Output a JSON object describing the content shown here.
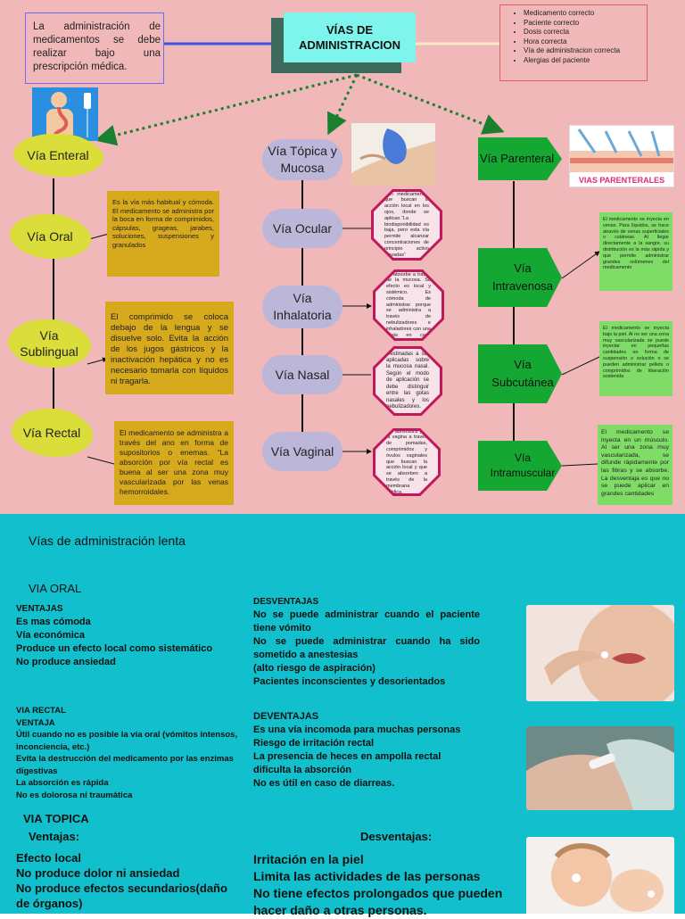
{
  "header": {
    "intro": "La administración de medicamentos se debe realizar bajo una prescripción médica.",
    "title": "VÍAS DE ADMINISTRACION",
    "checklist": [
      "Medicamento correcto",
      "Paciente correcto",
      "Dosis correcta",
      "Hora correcta",
      "Vía de administracion correcta",
      "Alergias del paciente"
    ]
  },
  "enteral": {
    "label": "Vía Enteral",
    "oral": {
      "label": "Vía Oral",
      "desc": "Es la vía más habitual y cómoda. El medicamento se administra por la boca en forma de comprimidos, cápsulas, grageas, jarabes, soluciones, suspensiones y granulados"
    },
    "sublingual": {
      "label": "Vía Sublingual",
      "desc": "El comprimido se coloca debajo de la lengua y se disuelve solo. Evita la acción de los jugos gástricos y la inactivación hepática y no es necesario tomarla con líquidos ni tragarla."
    },
    "rectal": {
      "label": "Vía Rectal",
      "desc": "El medicamento se administra a través del ano en forma de supositorios o enemas. “La absorción por vía rectal es buena al ser una zona muy vascularizada por las venas hemorroidales."
    }
  },
  "topica": {
    "label": "Vía Tópica y Mucosa",
    "ocular": {
      "label": "Vía Ocular",
      "desc": "Son medicamentos que buscan la acción local en los ojos, donde se aplican.“La biodisponibilidad es baja, pero esta vía permite alcanzar concentraciones de principio activo elevadas”"
    },
    "inhalatoria": {
      "label": "Vía Inhalatoria",
      "desc": "El principio activo se absorbe a través de la mucosa. Su efecto es local y sistémico. Es cómoda de administrar porque se administra a través de nebulizadores e inhaladores con una dosis en cada pulsación."
    },
    "nasal": {
      "label": "Vía Nasal",
      "desc": "Destinadas a ser aplicadas sobre la mucosa nasal. Según el modo de aplicación se debe distinguir entre las gotas nasales y los nebulizadores."
    },
    "vaginal": {
      "label": "Vía Vaginal",
      "desc": "Se administra por la vagina a través de pomadas, comprimidos y óvulos vaginales que buscan la acción local y que se absorben a través de la membrana lipídica."
    }
  },
  "parenteral": {
    "label": "Vía Parenteral",
    "banner": "VIAS PARENTERALES",
    "intravenosa": {
      "label": "Vía Intravenosa",
      "desc": "El medicamento se inyecta en venas. Para líquidos, se hace através de venas superficiales o cutáneas. Al llegar directamente a la sangre, su distribución es la más rápida y que permite administrar grandes volúmenes del medicamento"
    },
    "subcutanea": {
      "label": "Vía Subcutánea",
      "desc": "El medicamento se inyecta bajo la piel. Al no ser una zona muy vascularizada se puede inyectar en pequeñas cantidades en forma de suspensión o solución o se pueden administrar pellets o comprimidos de liberación sostenida"
    },
    "intramuscular": {
      "label": "Vía Intramuscular",
      "desc": "El medicamento se inyecta en un músculo. Al ser una zona muy vascularizada, se difunde rápidamente por las fibras y se absorbe. La desventaja es que no se puede aplicar en grandes cantidades"
    }
  },
  "bottom": {
    "heading": "Vías de administración lenta",
    "oral": {
      "title": "VIA ORAL",
      "ventajas_title": "VENTAJAS",
      "ventajas": [
        "Es mas cómoda",
        "Vía económica",
        "Produce un efecto local como sistemático",
        "No produce ansiedad"
      ],
      "desventajas_title": "DESVENTAJAS",
      "desventajas": [
        "No se puede administrar cuando el paciente tiene vómito",
        "No se puede administrar cuando ha sido sometido a anestesias",
        "(alto riesgo de aspiración)",
        "Pacientes inconscientes y desorientados"
      ]
    },
    "rectal": {
      "title": "VIA RECTAL",
      "ventajas_title": "VENTAJA",
      "ventajas": [
        "Útil cuando no es posible la vía oral (vómitos intensos, inconciencia, etc.)",
        "Evita la destrucción del medicamento por las enzimas digestivas",
        "La absorción es rápida",
        "No es dolorosa ni traumática"
      ],
      "desventajas_title": "DEVENTAJAS",
      "desventajas": [
        "Es una vía incomoda para muchas personas",
        "Riesgo de irritación rectal",
        "La presencia de heces en ampolla rectal dificulta la absorción",
        "No es útil en caso de diarreas."
      ]
    },
    "topica": {
      "title": "VIA TOPICA",
      "ventajas_title": "Ventajas:",
      "ventajas": [
        "Efecto local",
        "No produce dolor ni ansiedad",
        "No produce efectos secundarios(daño de órganos)"
      ],
      "desventajas_title": "Desventajas:",
      "desventajas": [
        "Irritación en la piel",
        "Limita las actividades de las personas",
        "No tiene efectos prolongados que pueden hacer daño a otras personas."
      ]
    }
  }
}
